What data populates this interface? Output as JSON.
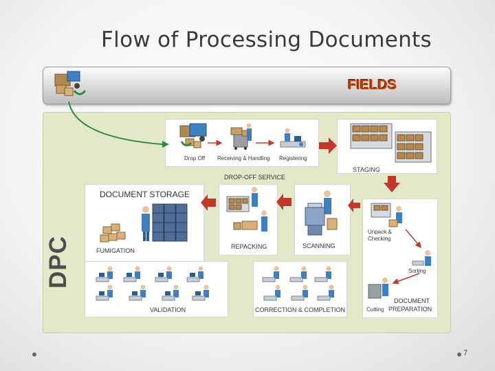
{
  "title": "Flow of Processing Documents",
  "fields_label": "FIELDS",
  "dpc_label": "DPC",
  "dropoff": {
    "drop_off": "Drop Off",
    "receiving": "Receiving & Handling",
    "registering": "Registering",
    "service_label": "DROP-OFF SERVICE"
  },
  "staging_label": "STAGING",
  "storage": {
    "title": "DOCUMENT STORAGE",
    "fumigation": "FUMIGATION"
  },
  "repacking_label": "REPACKING",
  "scanning_label": "SCANNING",
  "prep": {
    "unpack_line1": "Unpack &",
    "unpack_line2": "Checking",
    "sorting": "Sorting",
    "cutting": "Cutting",
    "doc_line1": "DOCUMENT",
    "doc_line2": "PREPARATION"
  },
  "validation_label": "VALIDATION",
  "correction_label": "CORRECTION & COMPLETION",
  "page_number": "7",
  "colors": {
    "arrow_red": "#c0392b",
    "arrow_green": "#2e8b3a",
    "area_green": "#e3e8c9",
    "fields_text": "#b84010"
  }
}
